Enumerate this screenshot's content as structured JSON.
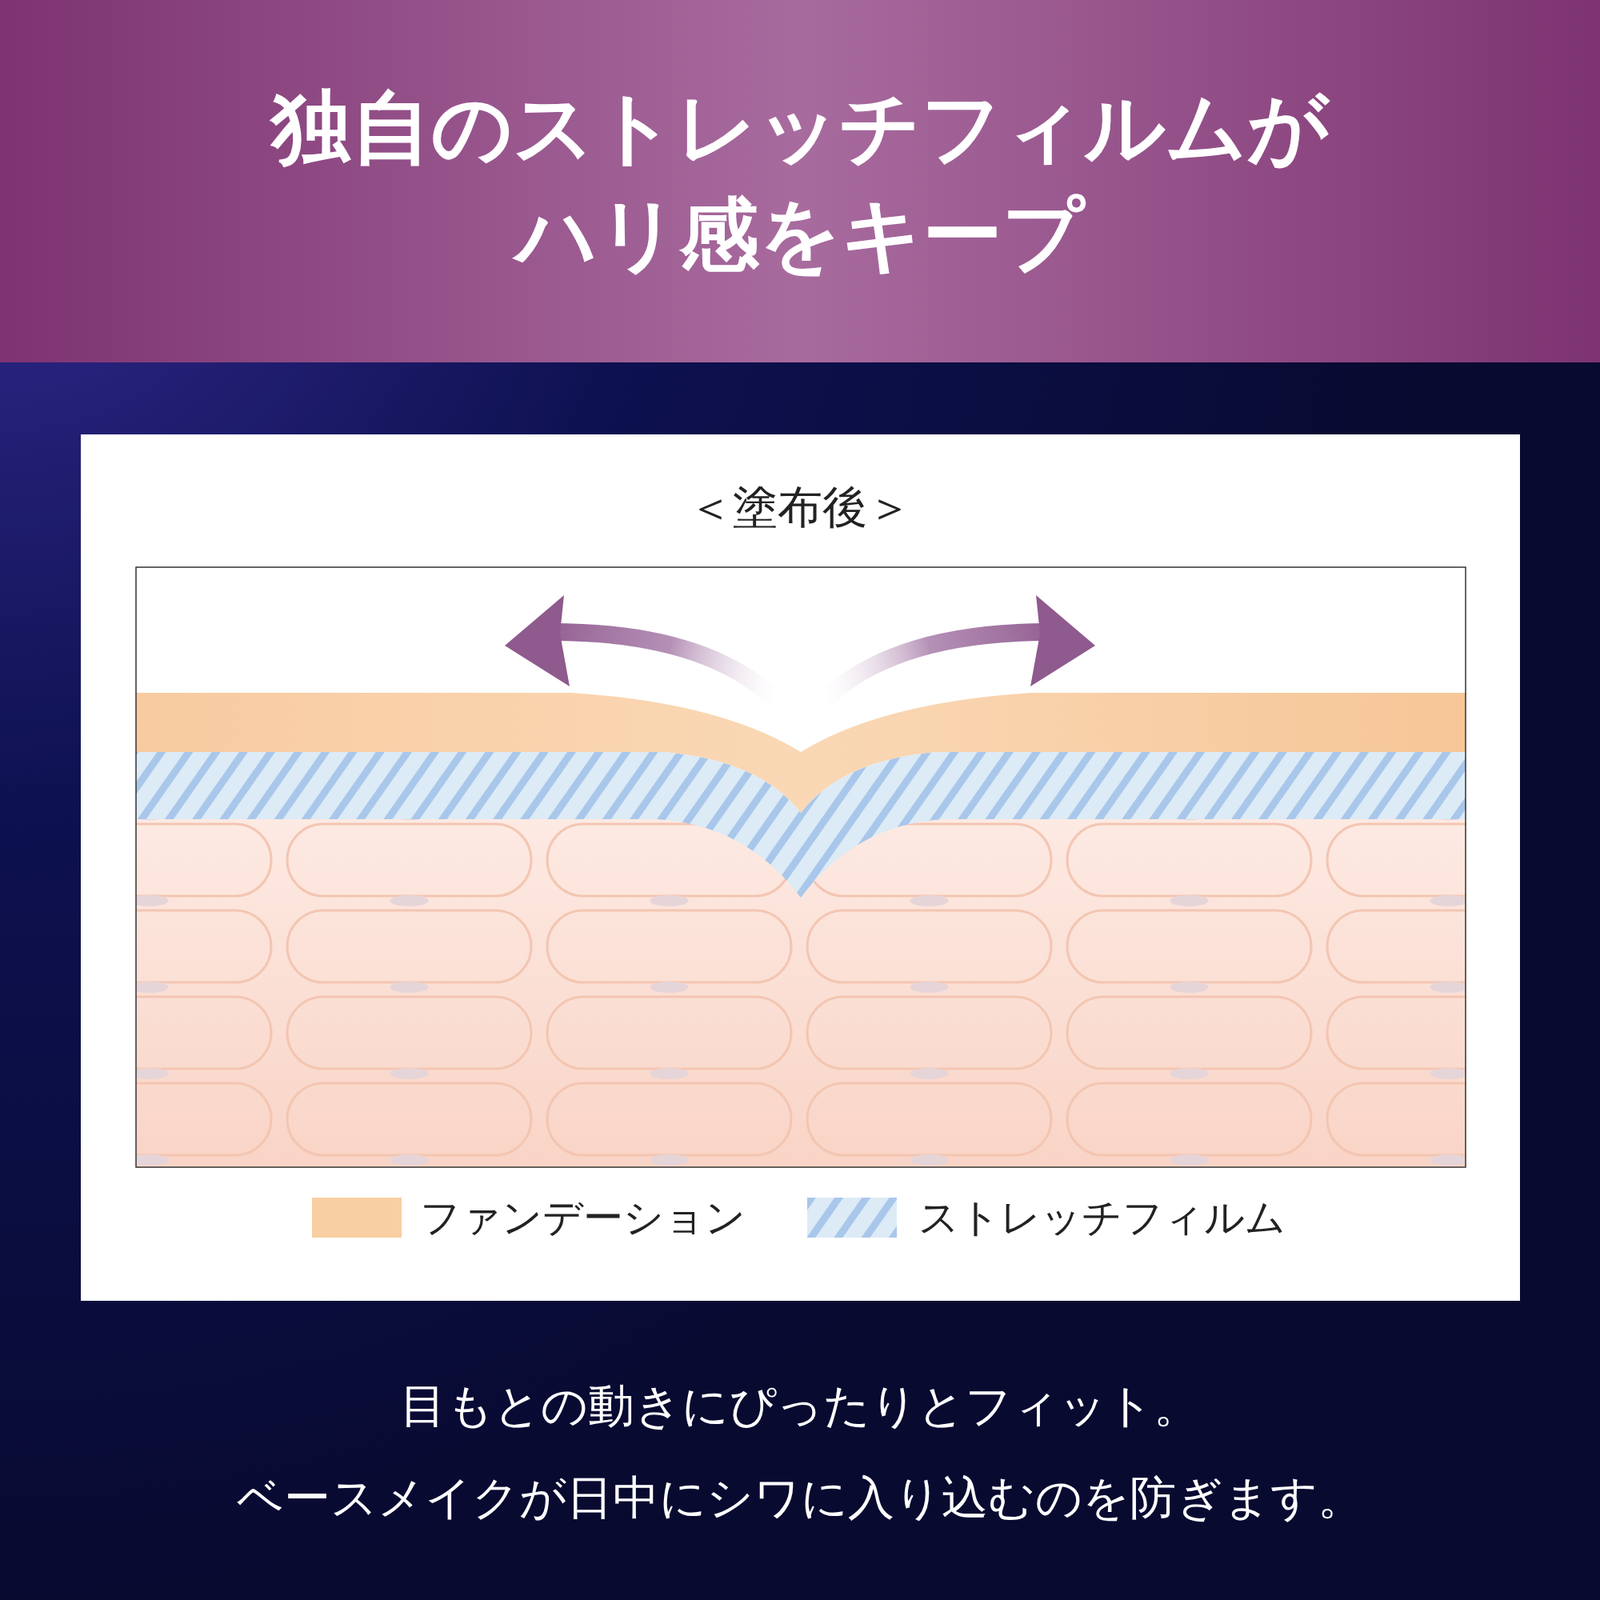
{
  "diagram": {
    "title": "独自のストレッチフィルムが ハリ感をキープ",
    "caption": "目もとの動きにぴったりとフィット。 ベースメイクが日中にシワに入り込むのを防ぎます。",
    "labels": [
      "＜塗布後＞"
    ],
    "legend": [
      {
        "text": "ファンデーション",
        "color": "#f8cfa2"
      },
      {
        "text": "ストレッチフィルム"
      }
    ]
  }
}
